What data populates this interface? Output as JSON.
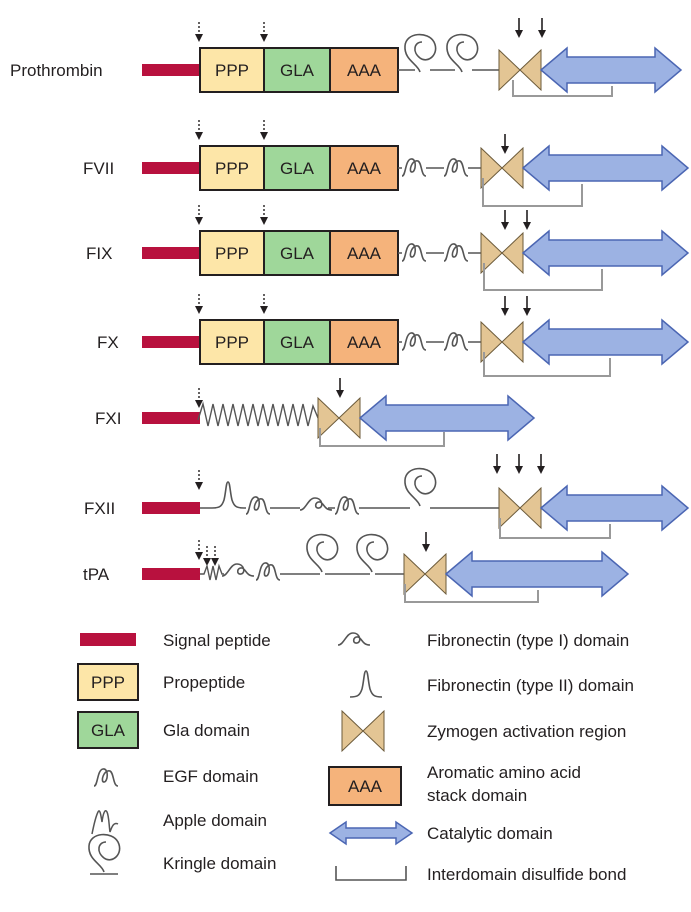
{
  "colors": {
    "signal_peptide": "#b8113e",
    "propeptide": "#fde6a8",
    "gla": "#9fd79a",
    "aromatic": "#f5b37b",
    "zymogen": "#e3c594",
    "catalytic": "#9cb2e3",
    "catalytic_stroke": "#4b66b3",
    "line": "#555555",
    "bond": "#999999"
  },
  "boxes": {
    "propeptide": "PPP",
    "gla": "GLA",
    "aromatic": "AAA"
  },
  "proteins": [
    {
      "name": "Prothrombin"
    },
    {
      "name": "FVII"
    },
    {
      "name": "FIX"
    },
    {
      "name": "FX"
    },
    {
      "name": "FXI"
    },
    {
      "name": "FXII"
    },
    {
      "name": "tPA"
    }
  ],
  "legend": {
    "signal_peptide": "Signal peptide",
    "propeptide_box": "PPP",
    "propeptide": "Propeptide",
    "gla_box": "GLA",
    "gla": "Gla domain",
    "egf": "EGF domain",
    "apple": "Apple domain",
    "kringle": "Kringle domain",
    "fibronectin_1": "Fibronectin (type I) domain",
    "fibronectin_2": "Fibronectin (type II) domain",
    "zymogen": "Zymogen activation region",
    "aromatic_box": "AAA",
    "aromatic_line1": "Aromatic amino acid",
    "aromatic_line2": "stack domain",
    "catalytic": "Catalytic domain",
    "disulfide": "Interdomain disulfide bond"
  }
}
